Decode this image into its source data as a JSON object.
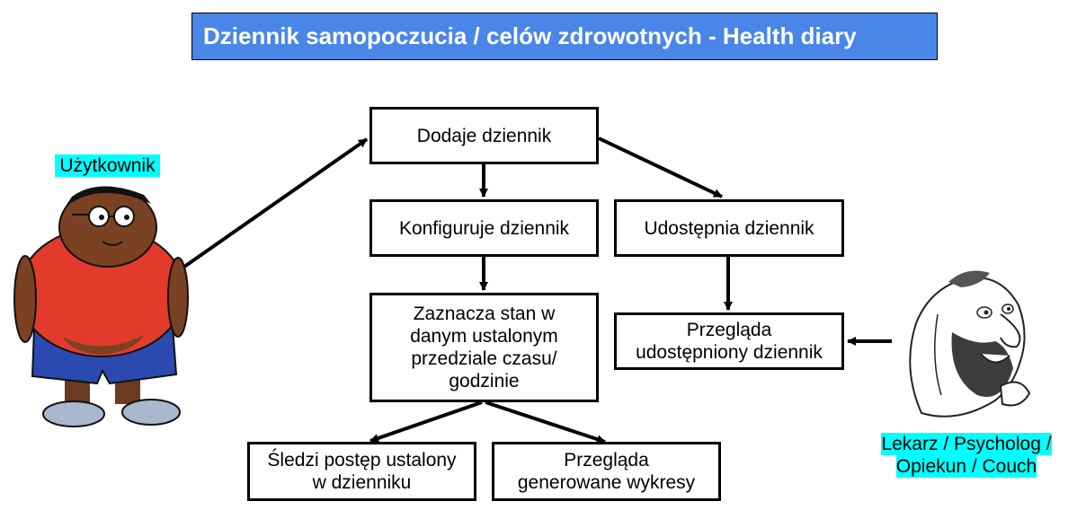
{
  "title": "Dziennik samopoczucia / celów zdrowotnych - Health diary",
  "actors": {
    "user": {
      "label": "Użytkownik",
      "icon": "cartoon-boy-figure"
    },
    "professional": {
      "label_line1": "Lekarz / Psycholog /",
      "label_line2": "Opiekun / Couch",
      "icon": "sketch-man-figure"
    }
  },
  "steps": {
    "add": "Dodaje dziennik",
    "configure": "Konfiguruje dziennik",
    "share": "Udostępnia dziennik",
    "mark": {
      "l1": "Zaznacza stan w",
      "l2": "danym ustalonym",
      "l3": "przedziale czasu/",
      "l4": "godzinie"
    },
    "review_shared": {
      "l1": "Przegląda",
      "l2": "udostępniony dziennik"
    },
    "track": {
      "l1": "Śledzi postęp ustalony",
      "l2": "w dzienniku"
    },
    "review_charts": {
      "l1": "Przegląda",
      "l2": "generowane wykresy"
    }
  },
  "colors": {
    "title_bg": "#4a86e8",
    "label_bg": "#00ffff"
  }
}
